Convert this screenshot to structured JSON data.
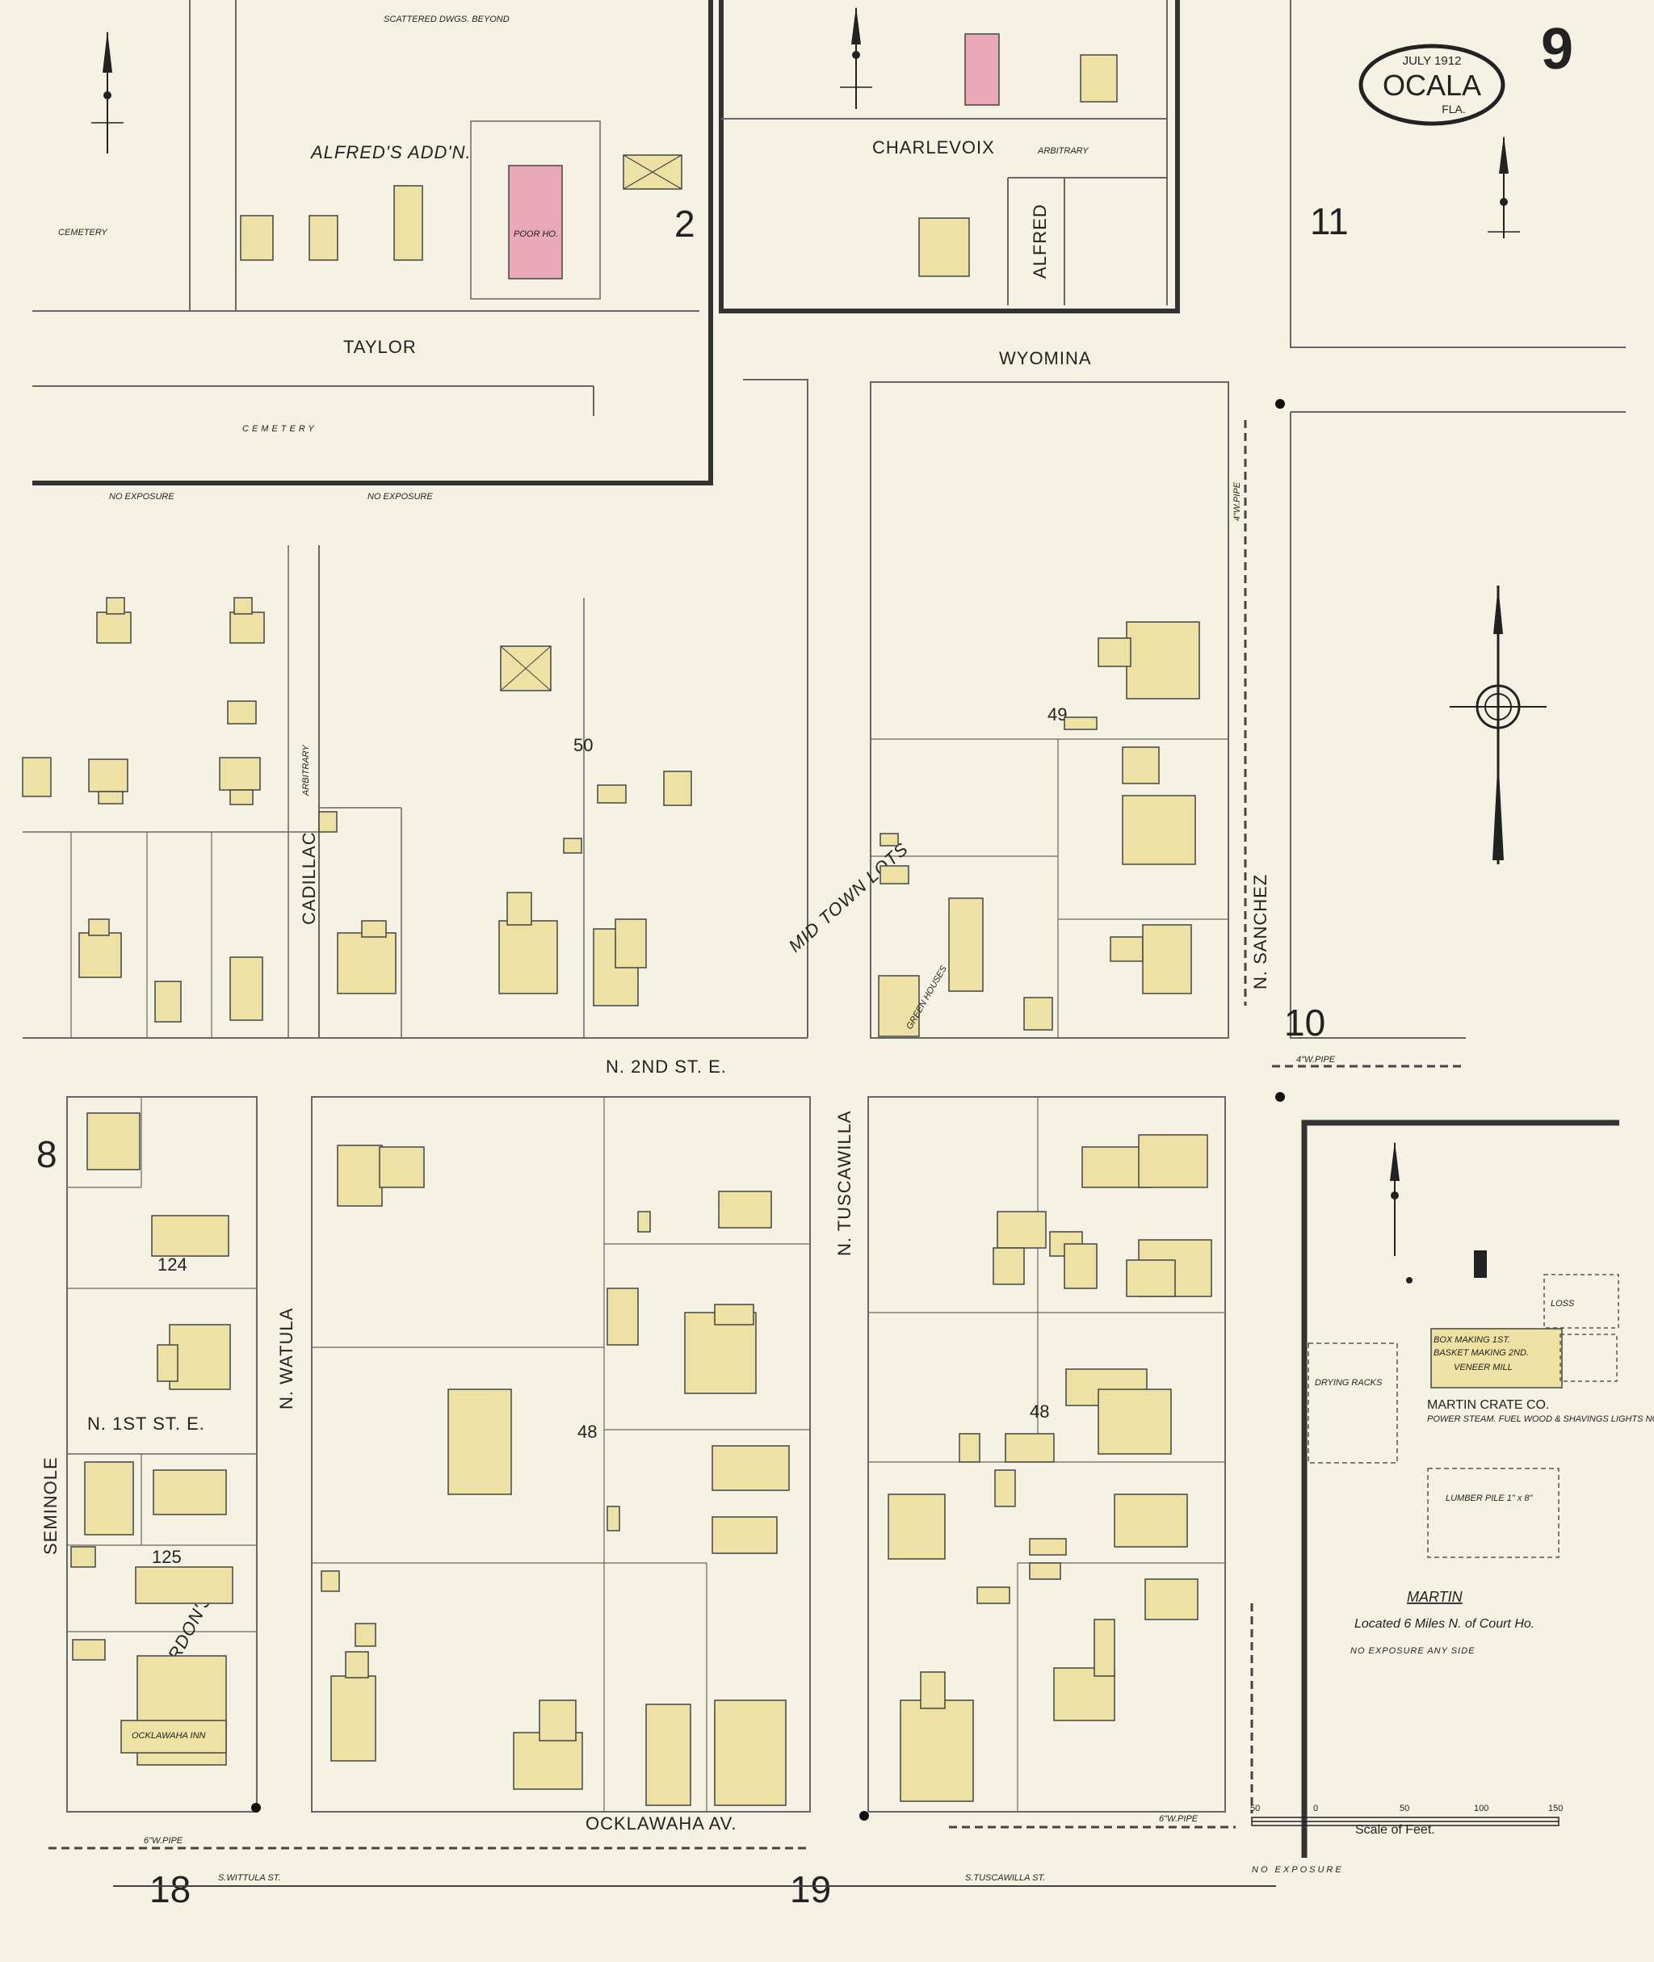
{
  "title": {
    "date": "JULY 1912",
    "city": "OCALA",
    "state": "FLA.",
    "sheet_number": "9"
  },
  "streets": {
    "taylor": "TAYLOR",
    "cemetery_top": "CEMETERY",
    "cemetery_mid": "CEMETERY",
    "charlevoix": "CHARLEVOIX",
    "arbitrary_top": "ARBITRARY",
    "alfred": "ALFRED",
    "wyomina": "WYOMINA",
    "cadillac": "CADILLAC",
    "cadillac_arbitrary": "ARBITRARY",
    "n_2nd": "N. 2ND ST. E.",
    "n_sanchez": "N. SANCHEZ",
    "n_tuscawilla": "N. TUSCAWILLA",
    "n_watula": "N. WATULA",
    "n_1st": "N. 1ST ST. E.",
    "seminole": "SEMINOLE",
    "ocklawaha": "OCKLAWAHA AV.",
    "s_wittula": "S.WITTULA ST.",
    "s_tuscawilla": "S.TUSCAWILLA ST."
  },
  "additions": {
    "alfreds": "ALFRED'S ADD'N.",
    "mid_town": "MID TOWN LOTS",
    "reardons": "REARDON'S"
  },
  "blocks": [
    "50",
    "49",
    "124",
    "48",
    "48",
    "125"
  ],
  "adjacent_sheets": {
    "top_inset": "2",
    "right_top": "11",
    "right_mid": "10",
    "left": "8",
    "bottom_left": "18",
    "bottom_center": "19"
  },
  "notes": {
    "scattered": "SCATTERED DWGS. BEYOND",
    "no_exposure_1": "NO EXPOSURE",
    "no_exposure_2": "NO EXPOSURE",
    "no_exposure_bottom": "NO EXPOSURE",
    "poor_ho": "POOR HO.",
    "green_houses": "GREEN HOUSES",
    "ocklawaha_inn": "OCKLAWAHA INN",
    "w_pipe_sanchez": "4\"W.PIPE",
    "w_pipe_2nd": "4\"W.PIPE",
    "w_pipe_bottom": "6\"W.PIPE",
    "w_pipe_right": "6\"W.PIPE"
  },
  "martin": {
    "company": "MARTIN CRATE CO.",
    "company_note": "POWER STEAM. FUEL WOOD & SHAVINGS LIGHTS NONE",
    "box_making": "BOX MAKING 1ST.",
    "basket_making": "BASKET MAKING 2ND.",
    "veneer_mill": "VENEER MILL",
    "drying": "DRYING RACKS",
    "lumber": "LUMBER PILE 1\" x 8\"",
    "loss": "LOSS",
    "title": "MARTIN",
    "located": "Located 6 Miles N. of Court Ho.",
    "no_exp": "NO EXPOSURE ANY SIDE"
  },
  "scale": {
    "title": "Scale of Feet.",
    "ticks": [
      "50",
      "0",
      "50",
      "100",
      "150"
    ]
  },
  "colors": {
    "paper": "#f6f2e3",
    "frame": "#ede1a4",
    "brick": "#e9a8b6",
    "heavy_line": "#333333"
  }
}
